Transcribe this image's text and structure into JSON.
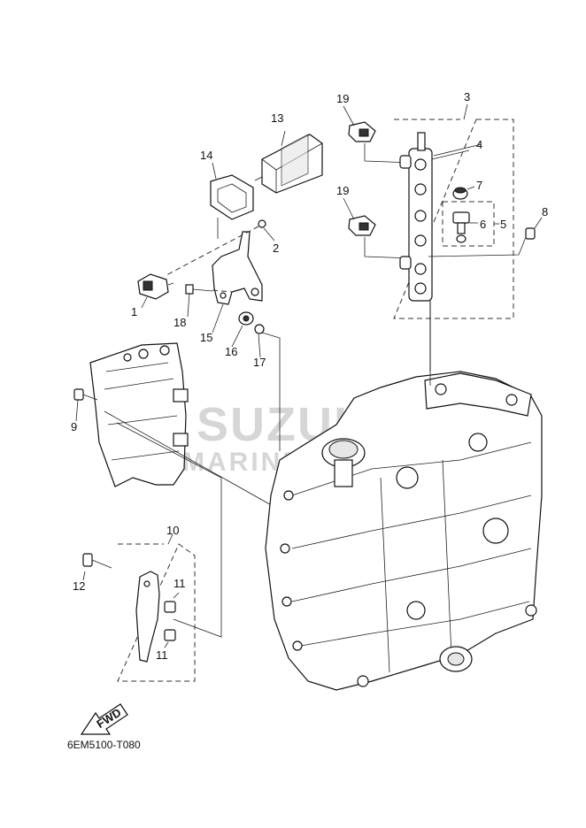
{
  "diagram": {
    "code": "6EM5100-T080",
    "fwd_label": "FWD",
    "watermark_brand": "SUZUKI",
    "watermark_sub": "MARINE PARTS",
    "callouts": {
      "c1": "1",
      "c2": "2",
      "c3": "3",
      "c4": "4",
      "c5": "5",
      "c6": "6",
      "c7": "7",
      "c8": "8",
      "c9": "9",
      "c10": "10",
      "c11a": "11",
      "c11b": "11",
      "c12": "12",
      "c13": "13",
      "c14": "14",
      "c15": "15",
      "c16": "16",
      "c17": "17",
      "c18": "18",
      "c19a": "19",
      "c19b": "19"
    }
  }
}
